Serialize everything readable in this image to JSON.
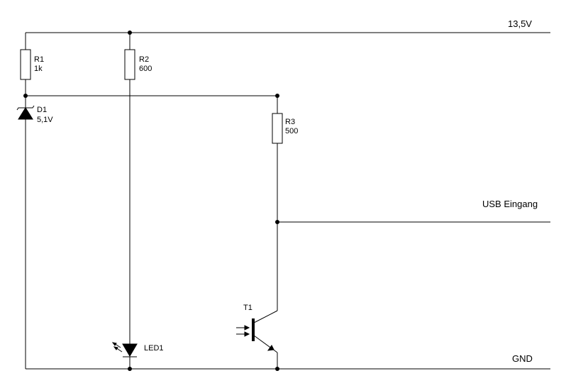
{
  "rails": {
    "supply": "13,5V",
    "usb": "USB Eingang",
    "ground": "GND"
  },
  "components": {
    "r1": {
      "ref": "R1",
      "value": "1k"
    },
    "r2": {
      "ref": "R2",
      "value": "600"
    },
    "r3": {
      "ref": "R3",
      "value": "500"
    },
    "d1": {
      "ref": "D1",
      "value": "5,1V"
    },
    "led1": {
      "ref": "LED1"
    },
    "t1": {
      "ref": "T1"
    }
  }
}
